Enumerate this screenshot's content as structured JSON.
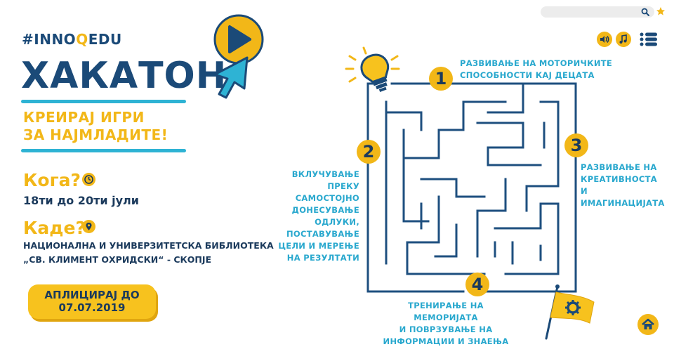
{
  "top": {
    "search_placeholder": ""
  },
  "header": {
    "brand_hash": "#INNO",
    "brand_q": "Q",
    "brand_edu": "EDU",
    "title": "ХАКАТОН",
    "subtitle_line1": "КРЕИРАЈ ИГРИ",
    "subtitle_line2": "ЗА НАЈМЛАДИТЕ!"
  },
  "when": {
    "label": "Кога?",
    "value": "18ти до 20ти јули"
  },
  "where": {
    "label": "Каде?",
    "line1": "НАЦИОНАЛНА И УНИВЕРЗИТЕТСКА БИБЛИОТЕКА",
    "line2": "„СВ. КЛИМЕНТ ОХРИДСКИ“ - СКОПЈЕ"
  },
  "apply": {
    "line1": "АПЛИЦИРАЈ ДО",
    "line2": "07.07.2019"
  },
  "steps": [
    {
      "number": "1",
      "lines": [
        "РАЗВИВАЊЕ НА МОТОРИЧКИТЕ",
        "СПОСОБНОСТИ КАЈ ДЕЦАТА"
      ]
    },
    {
      "number": "2",
      "lines": [
        "ВКЛУЧУВАЊЕ ПРЕКУ",
        "САМОСТОЈНО",
        "ДОНЕСУВАЊЕ ОДЛУКИ,",
        "ПОСТАВУВАЊЕ",
        "ЦЕЛИ И МЕРЕЊЕ",
        "НА РЕЗУЛТАТИ"
      ]
    },
    {
      "number": "3",
      "lines": [
        "РАЗВИВАЊЕ НА",
        "КРЕАТИВНОСТА",
        "И ИМАГИНАЦИЈАТА"
      ]
    },
    {
      "number": "4",
      "lines": [
        "ТРЕНИРАЊЕ НА МЕМОРИЈАТА",
        "И ПОВРЗУВАЊЕ НА",
        "ИНФОРМАЦИИ И ЗНАЕЊА"
      ]
    }
  ],
  "icons": {
    "search": "search-icon",
    "star": "star-icon",
    "play": "play-icon",
    "cursor": "cursor-icon",
    "sound": "sound-icon",
    "music": "music-icon",
    "menu": "menu-icon",
    "bulb": "lightbulb-icon",
    "clock": "clock-icon",
    "pin": "location-pin-icon",
    "flag": "flag-gear-icon",
    "home": "home-icon"
  },
  "colors": {
    "yellow": "#f2b718",
    "navy": "#1b4a78",
    "cyan": "#29a8ce"
  }
}
